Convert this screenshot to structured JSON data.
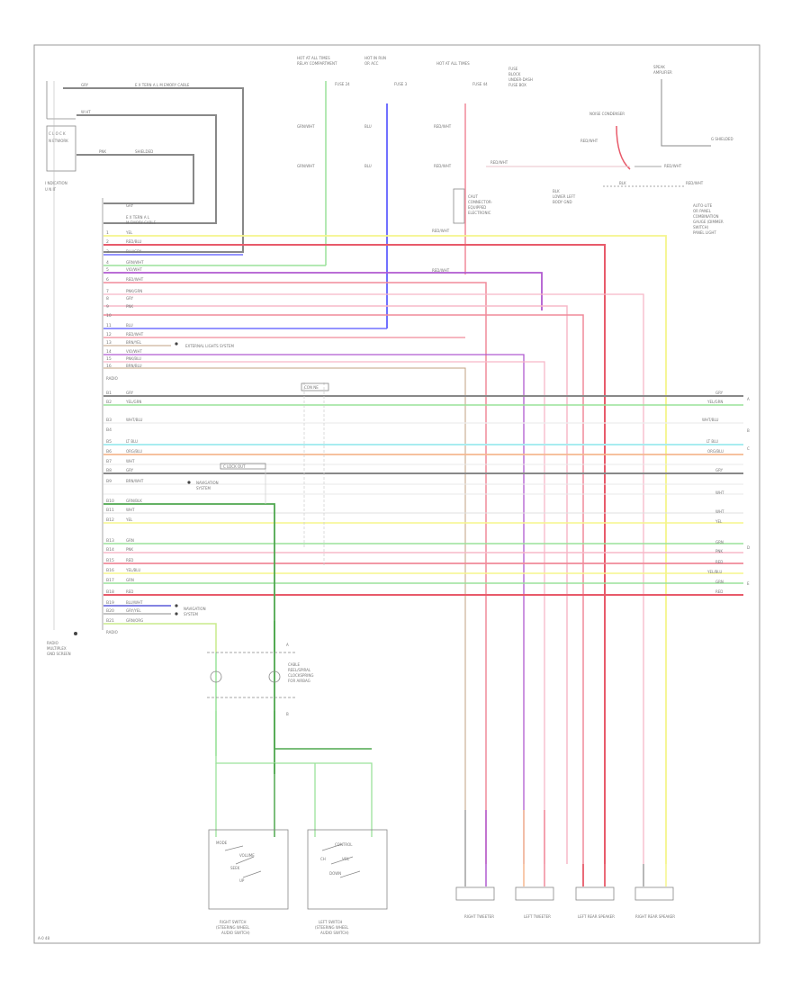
{
  "page_id": "A-0 48",
  "wire_colors": {
    "YEL": "#f5f58c",
    "RED": "#e85a6a",
    "BLU": "#7070ff",
    "GRN": "#9ae29a",
    "PNK": "#f7b8c8",
    "VIO": "#b05ad0",
    "GRY": "#c8c8c8",
    "LTBLU": "#a8ecf0",
    "ORG": "#f5b890",
    "BLK": "#777777",
    "BRN": "#c0a080",
    "WHT": "#e8e8e8",
    "DKGRN": "#4fa84f",
    "PNKRED": "#f08a9a"
  },
  "components": [
    {
      "id": "radio",
      "label": "RADIO"
    },
    {
      "id": "right-switch",
      "label": "RIGHT SWITCH"
    },
    {
      "id": "left-switch",
      "label": "LEFT SWITCH"
    },
    {
      "id": "right-tweeter",
      "label": "RIGHT TWEETER"
    },
    {
      "id": "left-tweeter",
      "label": "LEFT TWEETER"
    },
    {
      "id": "left-rear-speaker",
      "label": "LEFT REAR SPEAKER"
    },
    {
      "id": "right-rear-speaker",
      "label": "RIGHT REAR SPEAKER"
    }
  ]
}
